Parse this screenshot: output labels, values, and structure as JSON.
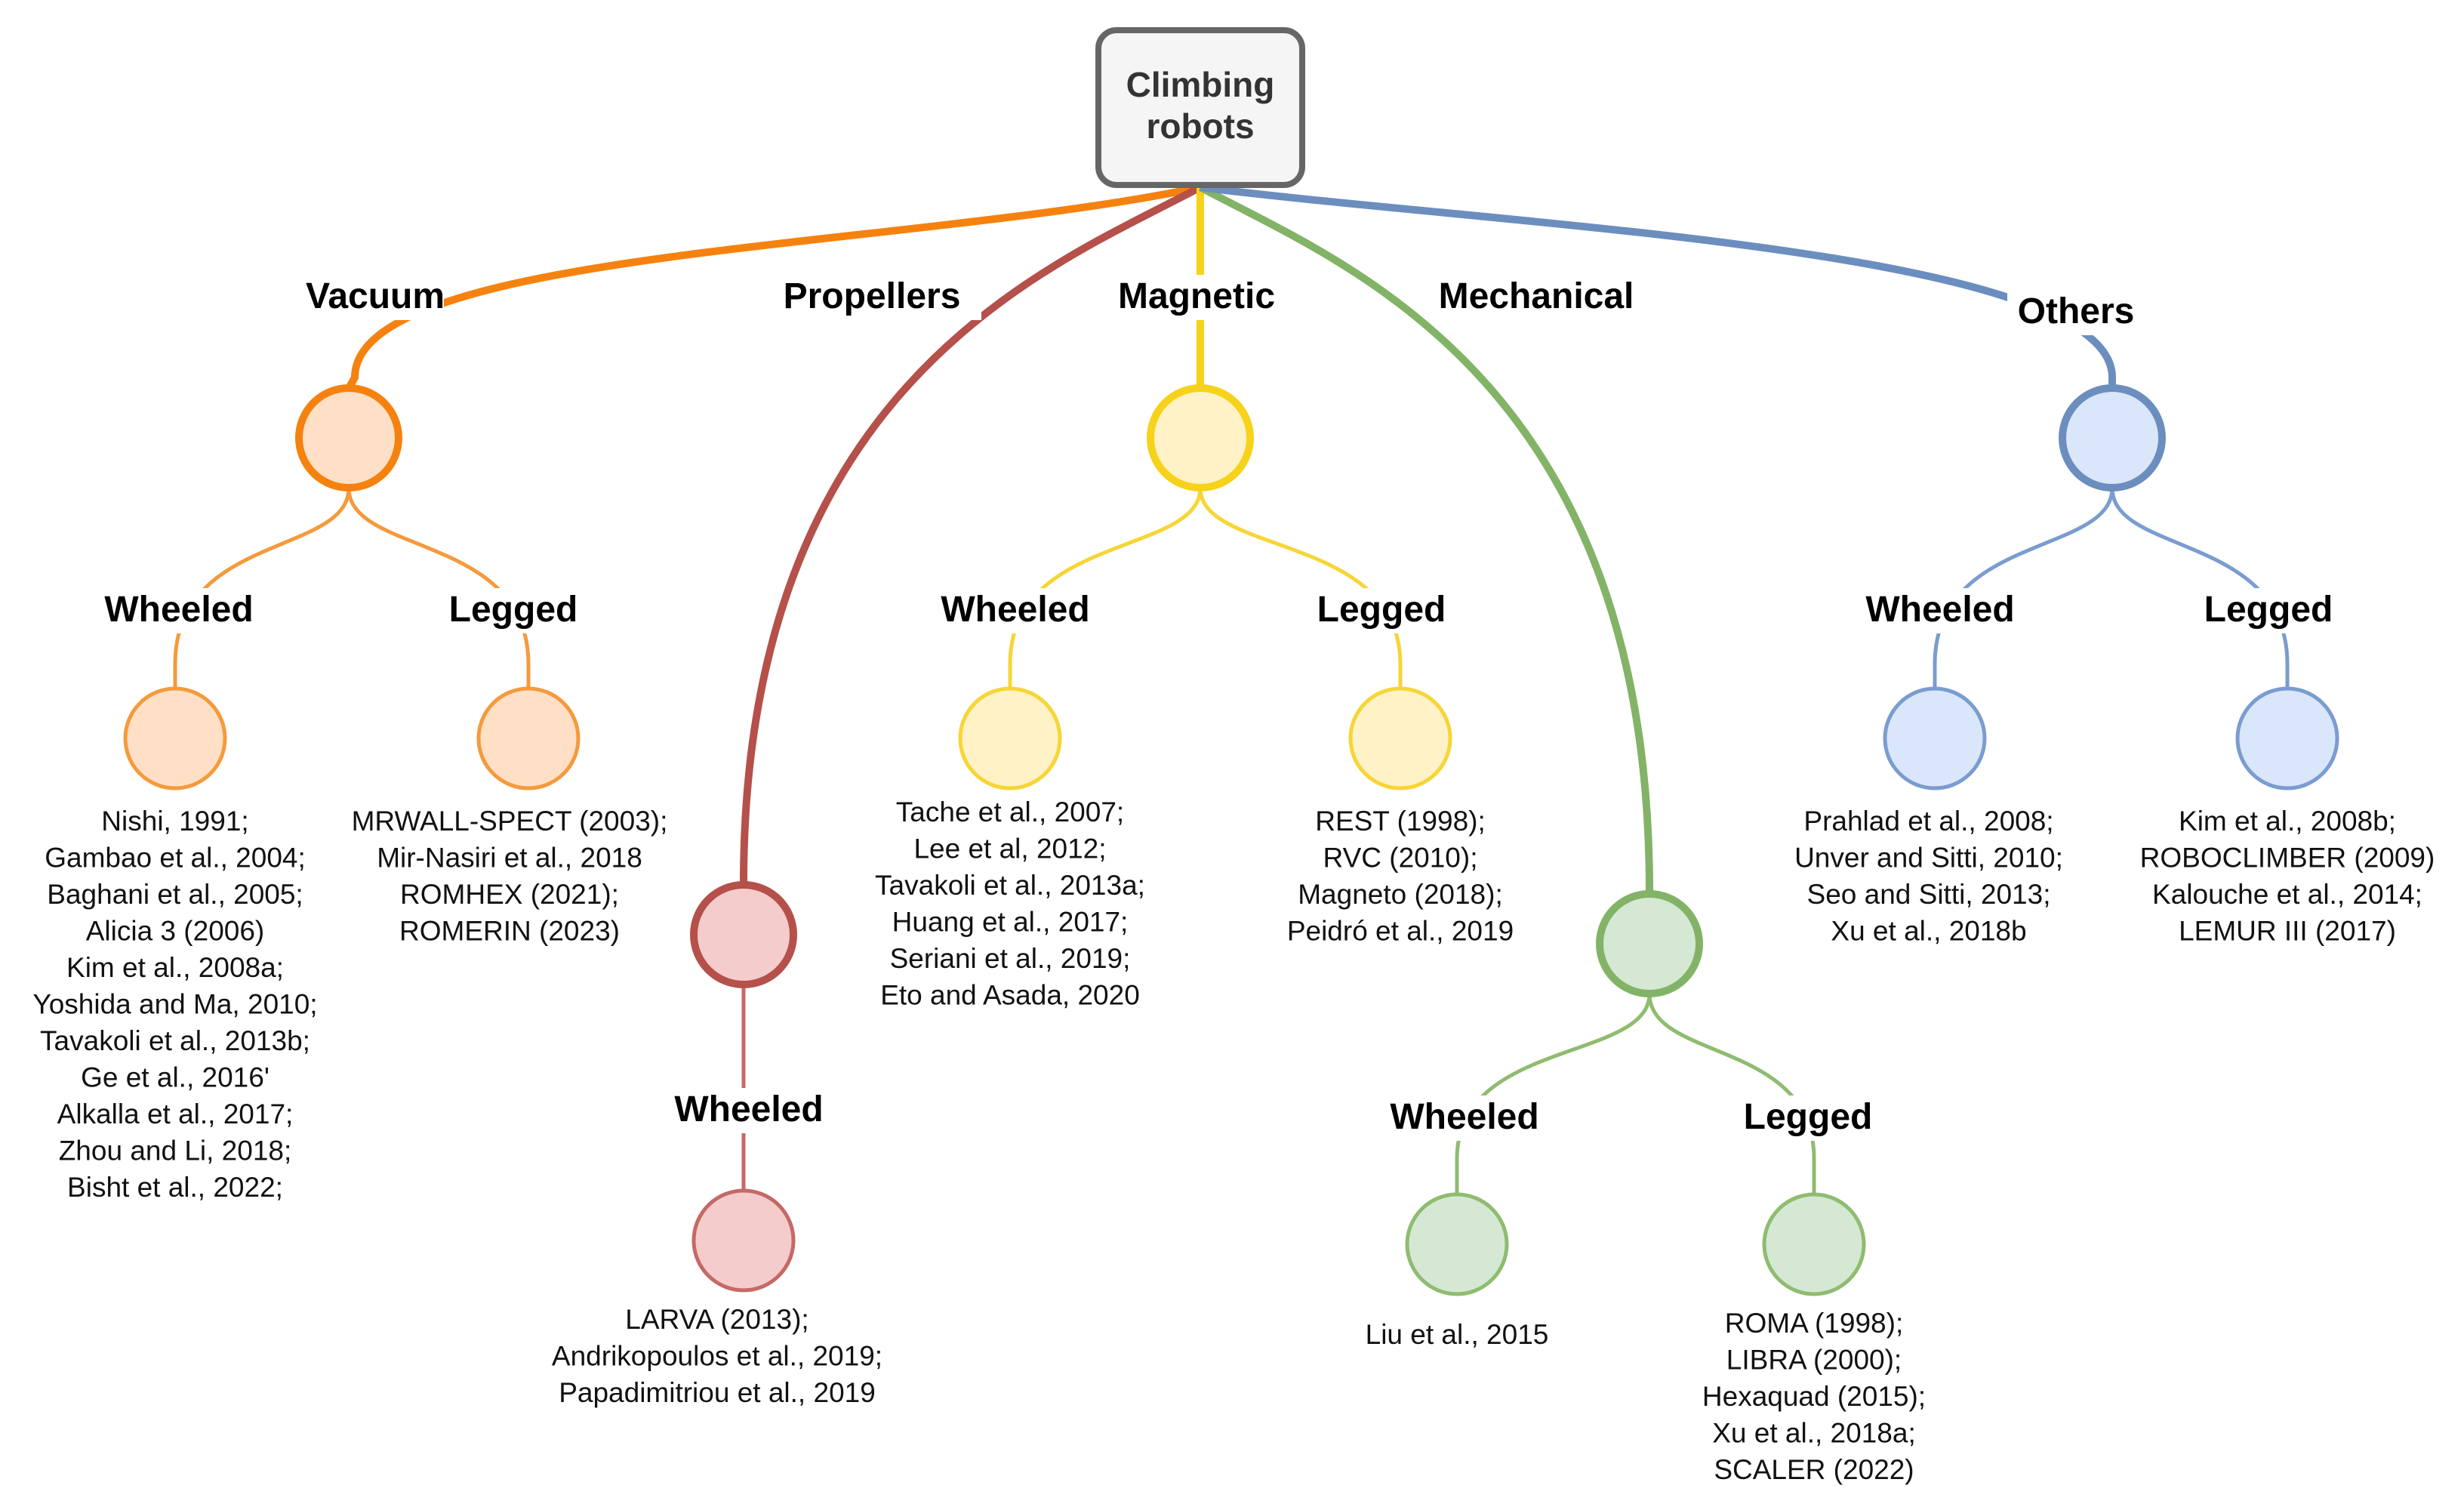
{
  "root": {
    "lines": [
      "Climbing",
      "robots"
    ]
  },
  "colors": {
    "vacuum": "#F5820F",
    "propellers": "#B5504A",
    "magnetic": "#F7D21A",
    "mechanical": "#82B366",
    "others": "#6C8EBF"
  },
  "categories": [
    {
      "key": "vacuum",
      "label": "Vacuum",
      "colors": {
        "stroke": "#F5820F",
        "fill": "#FFE0C7",
        "light": "#F59A3C"
      },
      "subs": [
        {
          "label": "Wheeled",
          "refs": [
            "Nishi, 1991;",
            "Gambao et al., 2004;",
            "Baghani et al., 2005;",
            "Alicia 3 (2006)",
            "Kim et al., 2008a;",
            "Yoshida and Ma, 2010;",
            "Tavakoli et al., 2013b;",
            "Ge et al., 2016'",
            "Alkalla et al., 2017;",
            "Zhou and Li, 2018;",
            "Bisht et al., 2022;"
          ]
        },
        {
          "label": "Legged",
          "refs": [
            "MRWALL-SPECT (2003);",
            "Mir-Nasiri et al., 2018",
            "ROMHEX (2021);",
            "ROMERIN (2023)"
          ]
        }
      ]
    },
    {
      "key": "propellers",
      "label": "Propellers",
      "colors": {
        "stroke": "#B5504A",
        "fill": "#F5CCCC",
        "light": "#C46A66"
      },
      "subs": [
        {
          "label": "Wheeled",
          "refs": [
            "LARVA (2013);",
            "Andrikopoulos et al., 2019;",
            "Papadimitriou et al., 2019"
          ]
        }
      ]
    },
    {
      "key": "magnetic",
      "label": "Magnetic",
      "colors": {
        "stroke": "#F7D21A",
        "fill": "#FFF2C7",
        "light": "#F7D535"
      },
      "subs": [
        {
          "label": "Wheeled",
          "refs": [
            "Tache et al., 2007;",
            "Lee et al, 2012;",
            "Tavakoli et al., 2013a;",
            "Huang et al., 2017;",
            "Seriani et al., 2019;",
            "Eto and Asada, 2020"
          ]
        },
        {
          "label": "Legged",
          "refs": [
            "REST (1998);",
            "RVC (2010);",
            "Magneto (2018);",
            "Peidró et al., 2019"
          ]
        }
      ]
    },
    {
      "key": "mechanical",
      "label": "Mechanical",
      "colors": {
        "stroke": "#82B366",
        "fill": "#D5E8D4",
        "light": "#8FBC70"
      },
      "subs": [
        {
          "label": "Wheeled",
          "refs": [
            "Liu et al., 2015"
          ]
        },
        {
          "label": "Legged",
          "refs": [
            "ROMA (1998);",
            "LIBRA (2000);",
            "Hexaquad (2015);",
            "Xu et al., 2018a;",
            "SCALER (2022)"
          ]
        }
      ]
    },
    {
      "key": "others",
      "label": "Others",
      "colors": {
        "stroke": "#6C8EBF",
        "fill": "#DAE6FA",
        "light": "#7A9CD0"
      },
      "subs": [
        {
          "label": "Wheeled",
          "refs": [
            "Prahlad et al., 2008;",
            "Unver and Sitti, 2010;",
            "Seo and Sitti, 2013;",
            "Xu et al., 2018b"
          ]
        },
        {
          "label": "Legged",
          "refs": [
            "Kim et al., 2008b;",
            "ROBOCLIMBER (2009)",
            "Kalouche et al., 2014;",
            "LEMUR III (2017)"
          ]
        }
      ]
    }
  ]
}
